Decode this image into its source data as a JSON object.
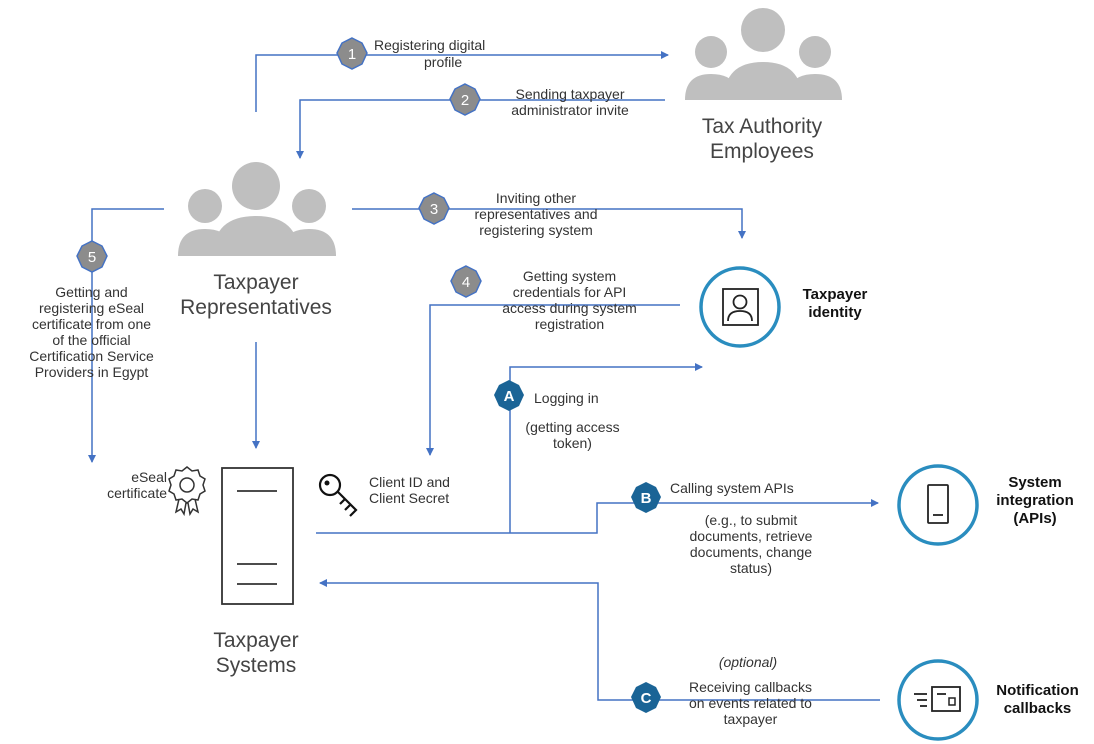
{
  "actors": {
    "tax_authority": [
      "Tax Authority",
      "Employees"
    ],
    "representatives": [
      "Taxpayer",
      "Representatives"
    ],
    "systems": [
      "Taxpayer",
      "Systems"
    ]
  },
  "services": {
    "identity": [
      "Taxpayer",
      "identity"
    ],
    "integration": [
      "System",
      "integration",
      "(APIs)"
    ],
    "notification": [
      "Notification",
      "callbacks"
    ]
  },
  "steps": [
    {
      "badge": "1",
      "lines": [
        "Registering digital",
        "profile"
      ]
    },
    {
      "badge": "2",
      "lines": [
        "Sending taxpayer",
        "administrator invite"
      ]
    },
    {
      "badge": "3",
      "lines": [
        "Inviting other",
        "representatives and",
        "registering system"
      ]
    },
    {
      "badge": "4",
      "lines": [
        "Getting system",
        "credentials for API",
        "access during system",
        "registration"
      ]
    },
    {
      "badge": "5",
      "lines": [
        "Getting and",
        "registering eSeal",
        "certificate from one",
        "of the official",
        "Certification Service",
        "Providers in Egypt"
      ]
    },
    {
      "badge": "A",
      "lines": [
        "Logging in"
      ],
      "sub": [
        "(getting access",
        "token)"
      ]
    },
    {
      "badge": "B",
      "lines": [
        "Calling system APIs"
      ],
      "sub": [
        "(e.g., to submit",
        "documents, retrieve",
        "documents, change",
        "status)"
      ]
    },
    {
      "badge": "C",
      "pre": "(optional)",
      "lines": [
        "Receiving callbacks",
        "on events related to",
        "taxpayer"
      ]
    }
  ],
  "labels": {
    "eseal": [
      "eSeal",
      "certificate"
    ],
    "client": [
      "Client ID and",
      "Client Secret"
    ]
  },
  "colors": {
    "arrow": "#4472c4",
    "badge_gray": "#8c8c8c",
    "badge_blue": "#1a6496",
    "ring": "#2a8dbf",
    "people": "#bfbfbf"
  }
}
